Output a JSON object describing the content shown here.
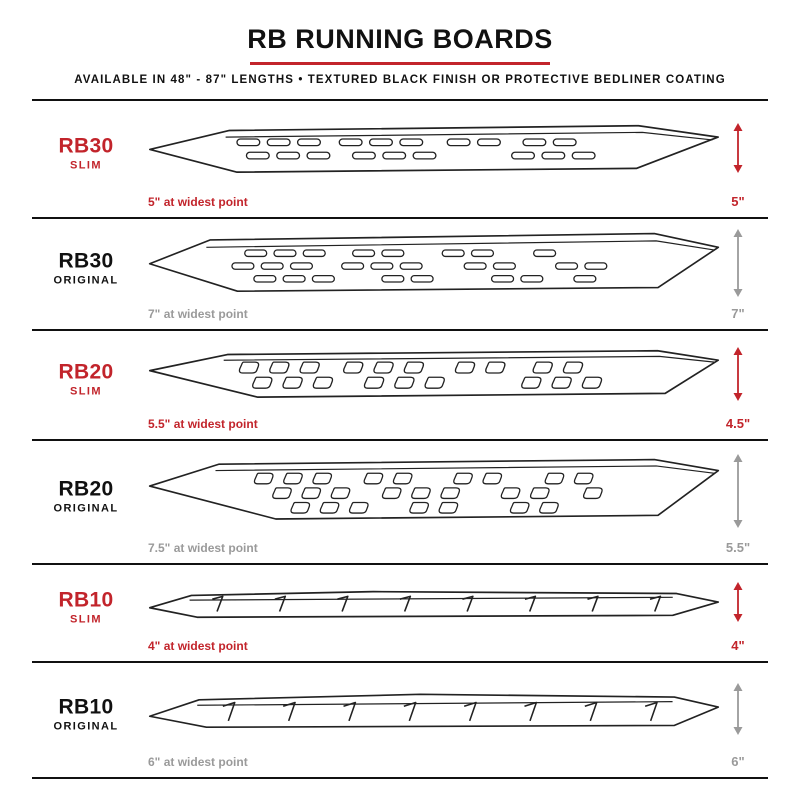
{
  "header": {
    "title": "RB RUNNING BOARDS",
    "subtitle": "AVAILABLE IN 48\" - 87\" LENGTHS   •   TEXTURED BLACK FINISH OR PROTECTIVE BEDLINER COATING"
  },
  "colors": {
    "accent_red": "#C2242B",
    "dim_gray": "#9A9A9A",
    "line_black": "#1A1A1A"
  },
  "boards": [
    {
      "model": "RB30",
      "variant": "SLIM",
      "style": "slim",
      "width_note": "5\" at widest point",
      "height": "5\""
    },
    {
      "model": "RB30",
      "variant": "ORIGINAL",
      "style": "original",
      "width_note": "7\" at widest point",
      "height": "7\""
    },
    {
      "model": "RB20",
      "variant": "SLIM",
      "style": "slim",
      "width_note": "5.5\" at widest point",
      "height": "4.5\""
    },
    {
      "model": "RB20",
      "variant": "ORIGINAL",
      "style": "original",
      "width_note": "7.5\" at widest point",
      "height": "5.5\""
    },
    {
      "model": "RB10",
      "variant": "SLIM",
      "style": "slim",
      "width_note": "4\" at widest point",
      "height": "4\""
    },
    {
      "model": "RB10",
      "variant": "ORIGINAL",
      "style": "original",
      "width_note": "6\" at widest point",
      "height": "6\""
    }
  ]
}
